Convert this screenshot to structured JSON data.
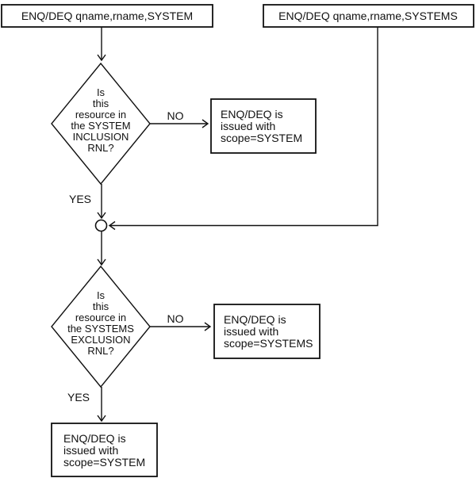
{
  "diagram": {
    "start_left": {
      "label": "ENQ/DEQ qname,rname,SYSTEM"
    },
    "start_right": {
      "label": "ENQ/DEQ qname,rname,SYSTEMS"
    },
    "decision1": {
      "lines": [
        "Is",
        "this",
        "resource in",
        "the SYSTEM",
        "INCLUSION",
        "RNL?"
      ]
    },
    "decision2": {
      "lines": [
        "Is",
        "this",
        "resource in",
        "the SYSTEMS",
        "EXCLUSION",
        "RNL?"
      ]
    },
    "result1": {
      "lines": [
        "ENQ/DEQ is",
        "issued with",
        "scope=SYSTEM"
      ]
    },
    "result2": {
      "lines": [
        "ENQ/DEQ is",
        "issued with",
        "scope=SYSTEMS"
      ]
    },
    "result3": {
      "lines": [
        "ENQ/DEQ is",
        "issued with",
        "scope=SYSTEM"
      ]
    },
    "branch_labels": {
      "no1": "NO",
      "yes1": "YES",
      "no2": "NO",
      "yes2": "YES"
    },
    "colors": {
      "stroke": "#111111",
      "background": "#ffffff"
    }
  }
}
